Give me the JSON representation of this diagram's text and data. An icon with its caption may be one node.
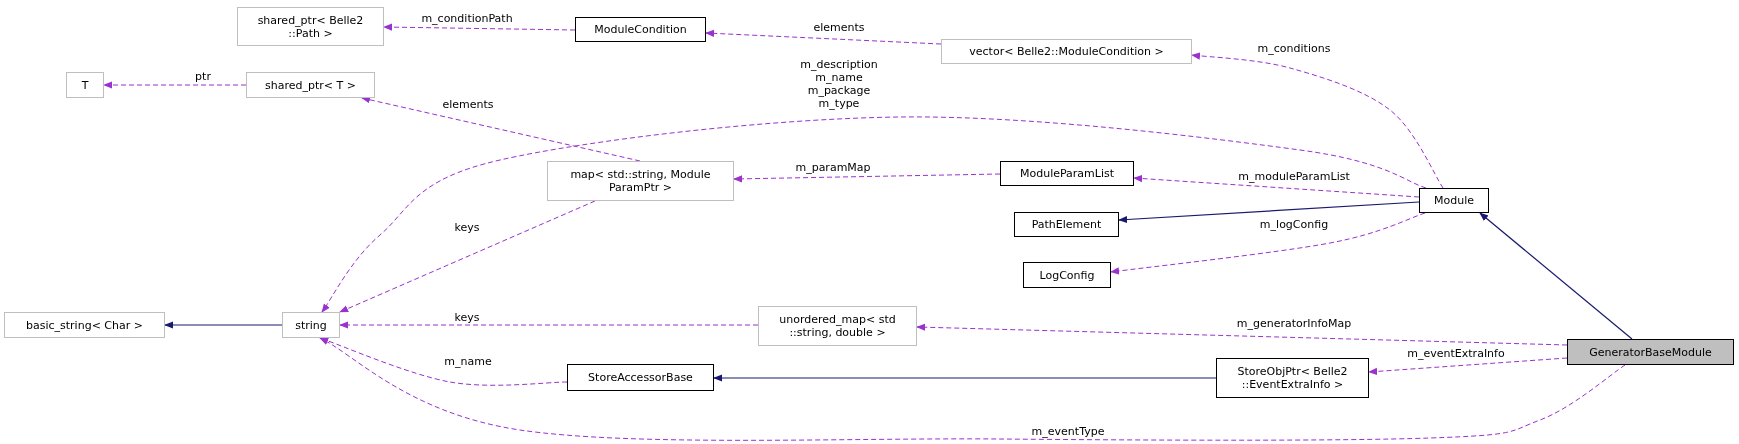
{
  "diagram": {
    "nodes": [
      {
        "text": [
          "shared_ptr< Belle2 ::Path >"
        ]
      },
      {
        "text": [
          "ModuleCondition"
        ]
      },
      {
        "text": [
          "vector< Belle2::ModuleCondition >"
        ]
      },
      {
        "text": [
          "T"
        ]
      },
      {
        "text": [
          "shared_ptr< T >"
        ]
      },
      {
        "text": [
          "map< std::string, Module ParamPtr >"
        ]
      },
      {
        "text": [
          "ModuleParamList"
        ]
      },
      {
        "text": [
          "Module"
        ]
      },
      {
        "text": [
          "PathElement"
        ]
      },
      {
        "text": [
          "LogConfig"
        ]
      },
      {
        "text": [
          "basic_string< Char >"
        ]
      },
      {
        "text": [
          "string"
        ]
      },
      {
        "text": [
          "unordered_map< std ::string, double >"
        ]
      },
      {
        "text": [
          "GeneratorBaseModule"
        ]
      },
      {
        "text": [
          "StoreAccessorBase"
        ]
      },
      {
        "text": [
          "StoreObjPtr< Belle2 ::EventExtraInfo >"
        ]
      }
    ],
    "edges": [
      {
        "from": 1,
        "to": 0,
        "arrow": "to",
        "label": "m_conditionPath",
        "style": "dashed"
      },
      {
        "from": 2,
        "to": 1,
        "arrow": "to",
        "label": "elements",
        "style": "dashed"
      },
      {
        "from": 7,
        "to": 2,
        "arrow": "to",
        "label": "m_conditions",
        "style": "dashed"
      },
      {
        "from": 4,
        "to": 3,
        "arrow": "to",
        "label": "ptr",
        "style": "dashed"
      },
      {
        "from": 5,
        "to": 4,
        "arrow": "to",
        "label": "elements",
        "style": "dashed"
      },
      {
        "from": 7,
        "to": 11,
        "arrow": "to",
        "label": "m_description m_name m_package m_type",
        "style": "dashed"
      },
      {
        "from": 6,
        "to": 5,
        "arrow": "to",
        "label": "m_paramMap",
        "style": "dashed"
      },
      {
        "from": 5,
        "to": 11,
        "arrow": "to",
        "label": "keys",
        "style": "dashed"
      },
      {
        "from": 7,
        "to": 6,
        "arrow": "to",
        "label": "m_moduleParamList",
        "style": "dashed"
      },
      {
        "from": 7,
        "to": 8,
        "arrow": "to",
        "color": "#191970"
      },
      {
        "from": 7,
        "to": 9,
        "arrow": "to",
        "label": "m_logConfig",
        "style": "dashed"
      },
      {
        "from": 11,
        "to": 10,
        "arrow": "to",
        "color": "#191970"
      },
      {
        "from": 13,
        "to": 7,
        "arrow": "to",
        "color": "#191970"
      },
      {
        "from": 13,
        "to": 12,
        "arrow": "to",
        "label": "m_generatorInfoMap",
        "style": "dashed"
      },
      {
        "from": 13,
        "to": 15,
        "arrow": "to",
        "label": "m_eventExtraInfo",
        "style": "dashed"
      },
      {
        "from": 13,
        "to": 11,
        "arrow": "to",
        "label": "m_eventType",
        "style": "dashed"
      },
      {
        "from": 14,
        "to": 11,
        "arrow": "to",
        "label": "m_name",
        "style": "dashed"
      },
      {
        "from": 15,
        "to": 14,
        "arrow": "to",
        "color": "#191970"
      },
      {
        "from": 12,
        "to": 11,
        "arrow": "to",
        "label": "keys",
        "style": "dashed"
      }
    ]
  }
}
